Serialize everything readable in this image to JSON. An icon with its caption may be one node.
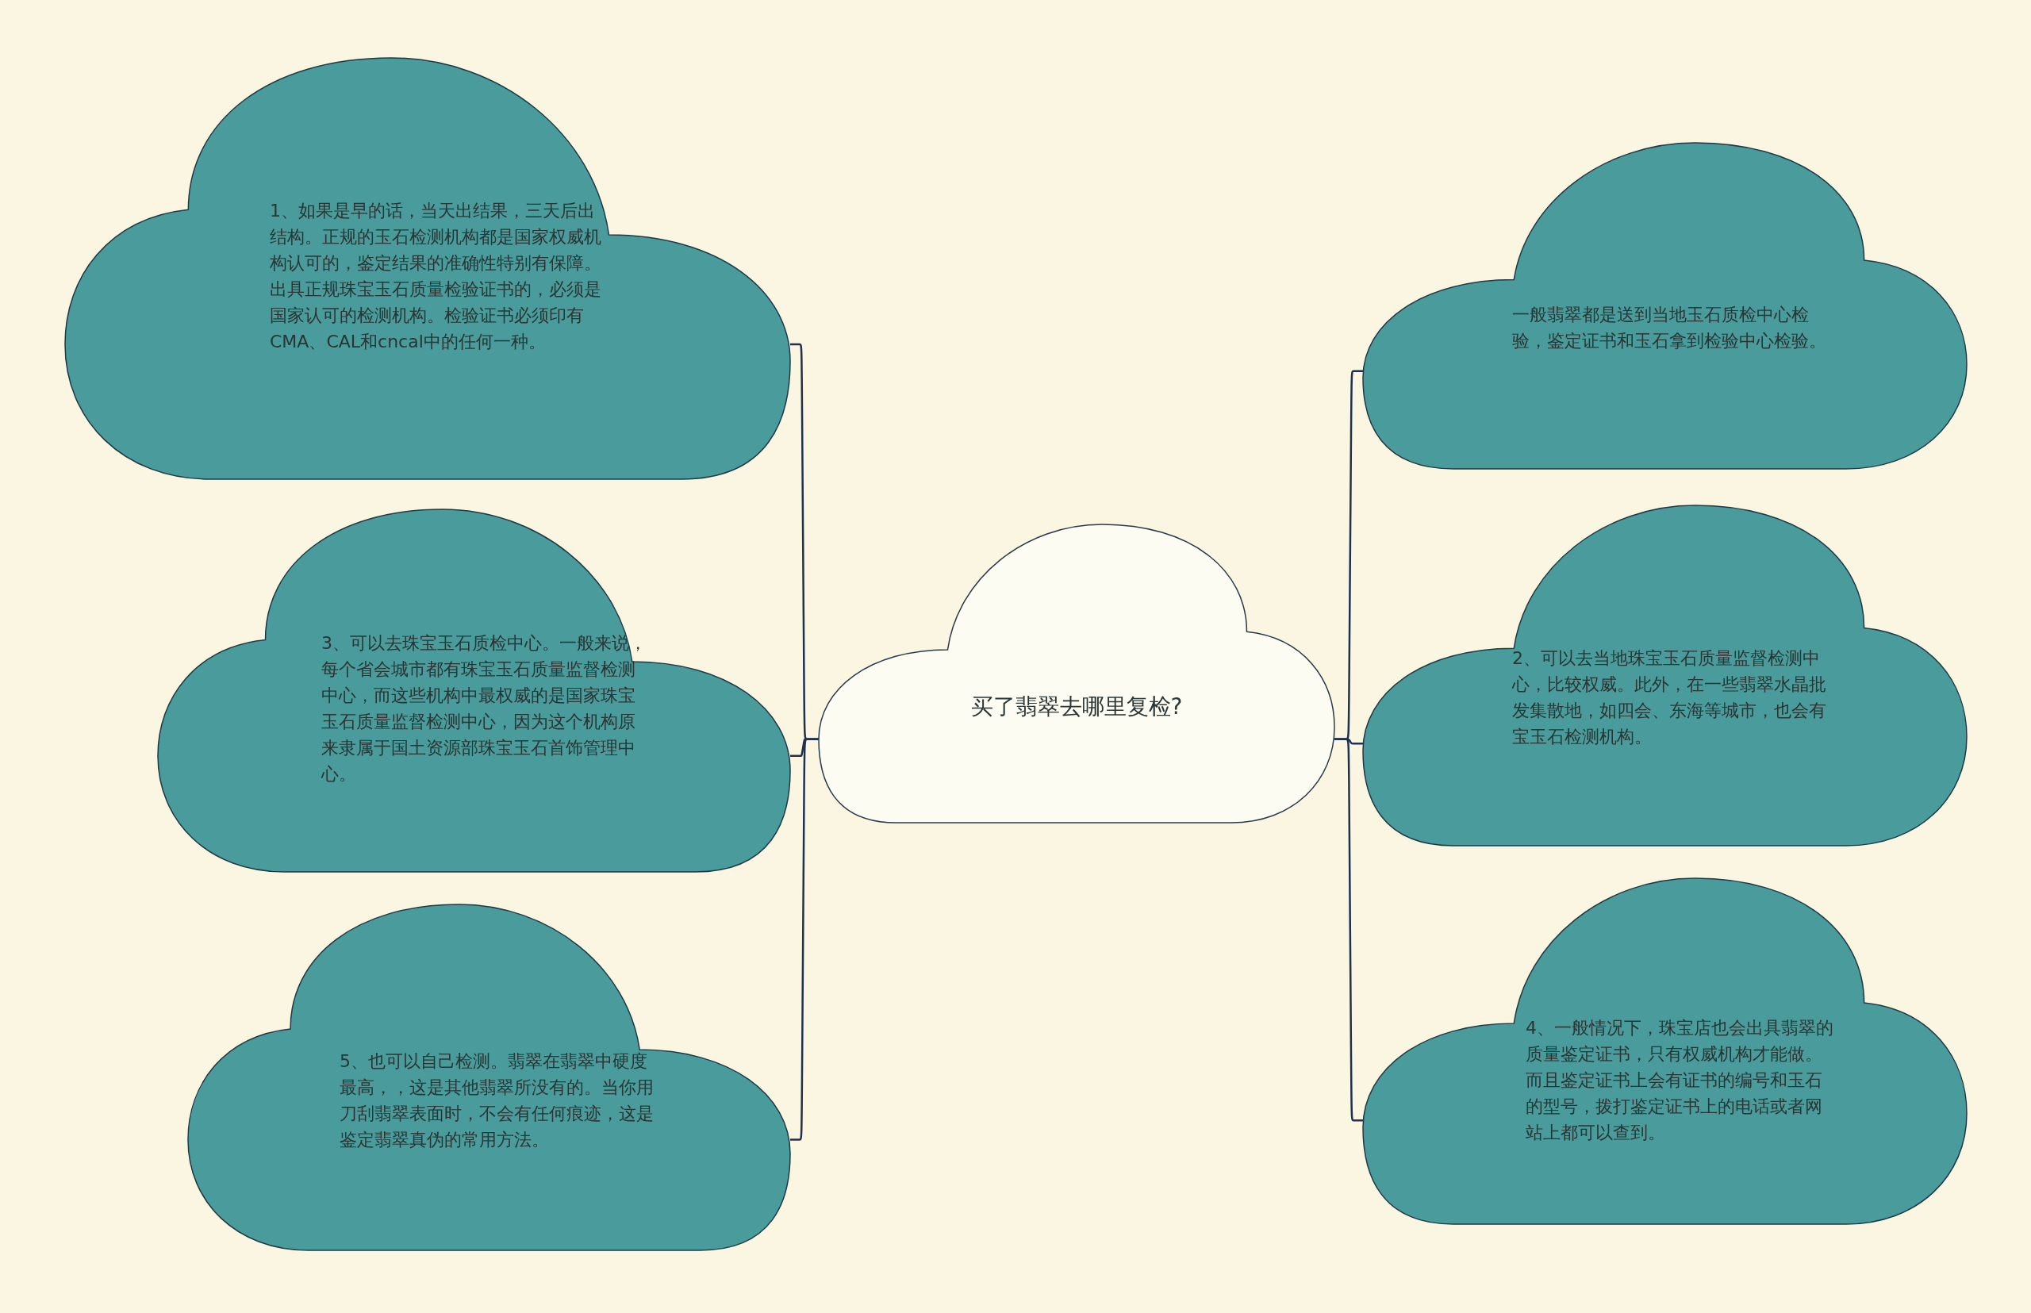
{
  "diagram": {
    "nodes": [
      {
        "text": [
          "买了翡翠去哪里复检?"
        ]
      },
      {
        "text": [
          "1、如果是早的话，当天出结果，三天后出结构。正规的玉石检测机构都是国家权威机构认可的，鉴定结果的准确性特别有保障。出具正规珠宝玉石质量检验证书的，必须是国家认可的检测机构。检验证书必须印有CMA、CAL和cncal中的任何一种。"
        ]
      },
      {
        "text": [
          "一般翡翠都是送到当地玉石质检中心检验，鉴定证书和玉石拿到检验中心检验。"
        ]
      },
      {
        "text": [
          "3、可以去珠宝玉石质检中心。一般来说，每个省会城市都有珠宝玉石质量监督检测中心，而这些机构中最权威的是国家珠宝玉石质量监督检测中心，因为这个机构原来隶属于国土资源部珠宝玉石首饰管理中心。"
        ]
      },
      {
        "text": [
          "2、可以去当地珠宝玉石质量监督检测中心，比较权威。此外，在一些翡翠水晶批发集散地，如四会、东海等城市，也会有宝玉石检测机构。"
        ]
      },
      {
        "text": [
          "5、也可以自己检测。翡翠在翡翠中硬度最高，，这是其他翡翠所没有的。当你用刀刮翡翠表面时，不会有任何痕迹，这是鉴定翡翠真伪的常用方法。"
        ]
      },
      {
        "text": [
          "4、一般情况下，珠宝店也会出具翡翠的质量鉴定证书，只有权威机构才能做。而且鉴定证书上会有证书的编号和玉石的型号，拨打鉴定证书上的电话或者网站上都可以查到。"
        ]
      }
    ],
    "edges": [
      {
        "from": 0,
        "to": 1,
        "arrow": "none"
      },
      {
        "from": 0,
        "to": 2,
        "arrow": "none"
      },
      {
        "from": 0,
        "to": 3,
        "arrow": "none"
      },
      {
        "from": 0,
        "to": 4,
        "arrow": "none"
      },
      {
        "from": 0,
        "to": 5,
        "arrow": "none"
      },
      {
        "from": 0,
        "to": 6,
        "arrow": "none"
      }
    ]
  }
}
